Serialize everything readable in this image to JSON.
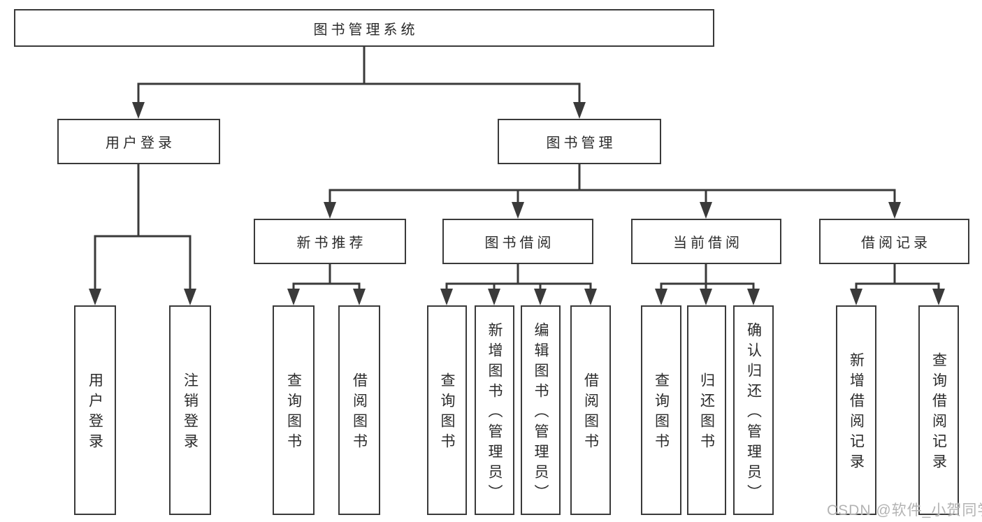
{
  "tree": {
    "root": {
      "label": "图书管理系统"
    },
    "branches": [
      {
        "label": "用户登录",
        "children": [
          {
            "label": "用户登录"
          },
          {
            "label": "注销登录"
          }
        ]
      },
      {
        "label": "图书管理",
        "children": [
          {
            "label": "新书推荐",
            "children": [
              {
                "label": "查询图书"
              },
              {
                "label": "借阅图书"
              }
            ]
          },
          {
            "label": "图书借阅",
            "children": [
              {
                "label": "查询图书"
              },
              {
                "label": "新增图书（管理员）"
              },
              {
                "label": "编辑图书（管理员）"
              },
              {
                "label": "借阅图书"
              }
            ]
          },
          {
            "label": "当前借阅",
            "children": [
              {
                "label": "查询图书"
              },
              {
                "label": "归还图书"
              },
              {
                "label": "确认归还（管理员）"
              }
            ]
          },
          {
            "label": "借阅记录",
            "children": [
              {
                "label": "新增借阅记录"
              },
              {
                "label": "查询借阅记录"
              }
            ]
          }
        ]
      }
    ]
  },
  "watermark": {
    "text": "CSDN @软件_小贺同学"
  },
  "colors": {
    "line": "#3a3a3a",
    "box_border": "#3a3a3a",
    "text": "#2b2b2b",
    "watermark": "#b3b3b3",
    "background": "#ffffff"
  }
}
